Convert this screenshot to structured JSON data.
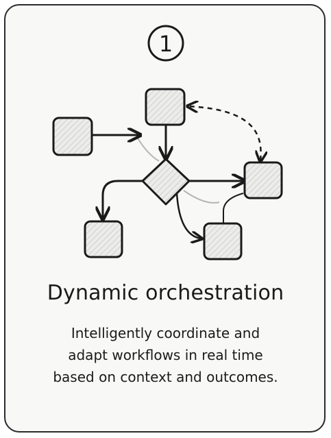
{
  "card": {
    "step_number": "1",
    "title": "Dynamic orchestration",
    "description_lines": [
      "Intelligently coordinate and",
      "adapt workflows in real time",
      "based on context and outcomes."
    ]
  },
  "colors": {
    "ink": "#1a1a1a",
    "node_fill": "#e8e8e6",
    "card_background": "#f8f8f6"
  }
}
